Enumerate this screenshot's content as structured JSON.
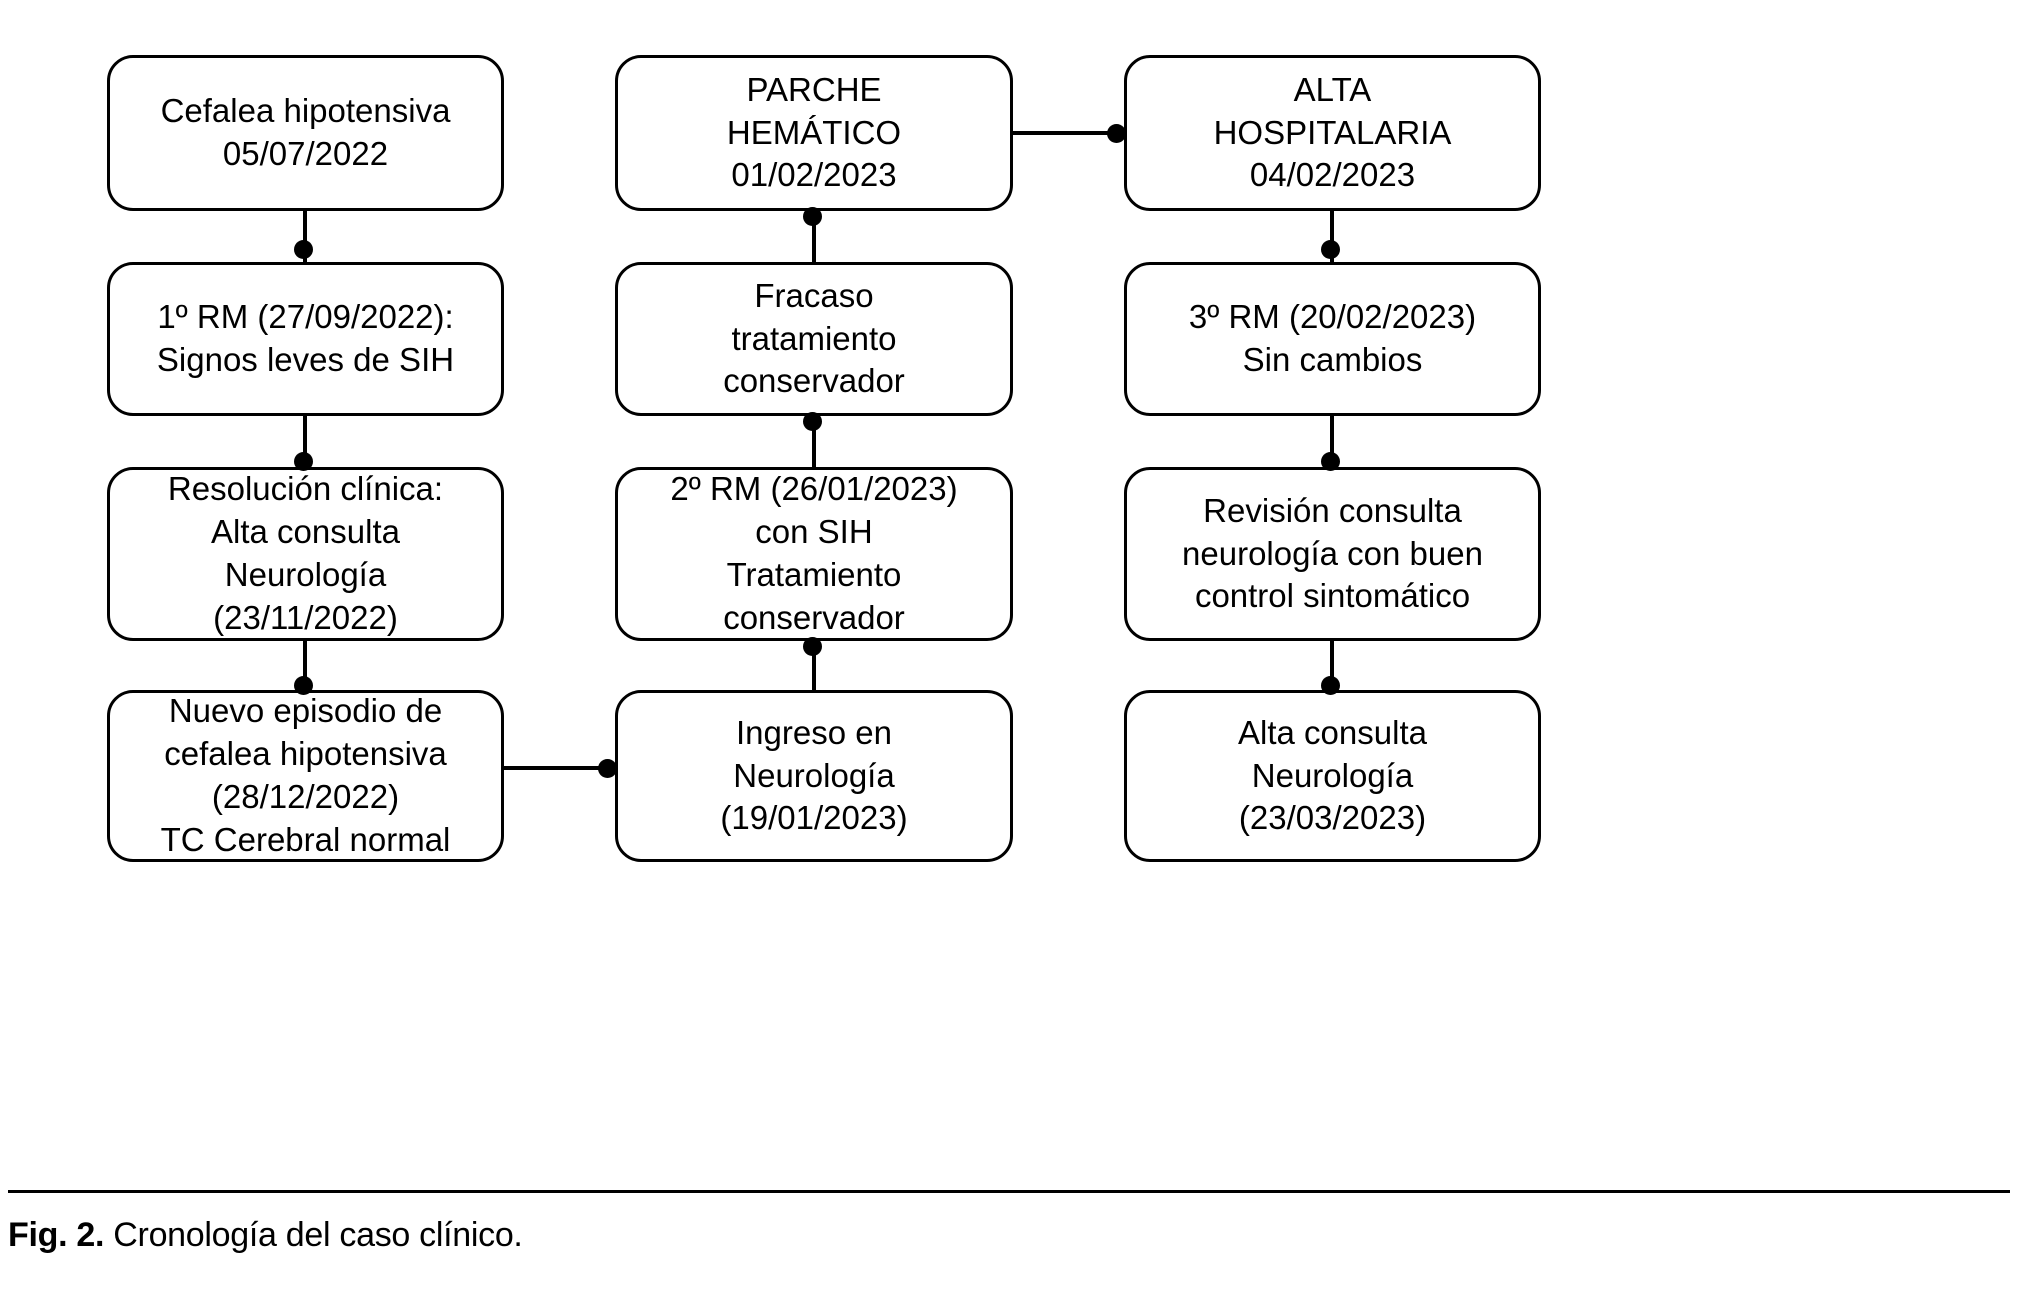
{
  "figure": {
    "caption_label": "Fig. 2.",
    "caption_text": "Cronología del caso clínico.",
    "stroke_color": "#000000",
    "background_color": "#ffffff"
  },
  "diagram": {
    "type": "flowchart-timeline",
    "columns": 3,
    "rows": 4,
    "columns_data": [
      {
        "id": "column-1",
        "flow_direction": "down",
        "nodes": [
          {
            "id": "node-cefalea-hipotensiva",
            "lines": [
              "Cefalea hipotensiva",
              "05/07/2022"
            ],
            "spacer_after_index": -1
          },
          {
            "id": "node-1-rm",
            "lines": [
              "1º RM (27/09/2022):",
              "Signos leves de SIH"
            ],
            "spacer_after_index": -1
          },
          {
            "id": "node-resolucion-clinica",
            "lines": [
              "Resolución clínica:",
              "Alta consulta",
              "Neurología",
              "(23/11/2022)"
            ],
            "spacer_after_index": 0
          },
          {
            "id": "node-nuevo-episodio",
            "lines": [
              "Nuevo episodio de",
              "cefalea hipotensiva",
              "(28/12/2022)",
              "TC Cerebral normal"
            ],
            "spacer_after_index": 2
          }
        ]
      },
      {
        "id": "column-2",
        "flow_direction": "up",
        "nodes": [
          {
            "id": "node-parche-hematico",
            "lines": [
              "PARCHE",
              "HEMÁTICO",
              "01/02/2023"
            ],
            "spacer_after_index": -1
          },
          {
            "id": "node-fracaso-tratamiento",
            "lines": [
              "Fracaso",
              "tratamiento",
              "conservador"
            ],
            "spacer_after_index": -1
          },
          {
            "id": "node-2-rm",
            "lines": [
              "2º RM (26/01/2023)",
              "con SIH",
              "Tratamiento",
              "conservador"
            ],
            "spacer_after_index": 1
          },
          {
            "id": "node-ingreso-neurologia",
            "lines": [
              "Ingreso en",
              "Neurología",
              "(19/01/2023)"
            ],
            "spacer_after_index": -1
          }
        ]
      },
      {
        "id": "column-3",
        "flow_direction": "down",
        "nodes": [
          {
            "id": "node-alta-hospitalaria",
            "lines": [
              "ALTA",
              "HOSPITALARIA",
              "04/02/2023"
            ],
            "spacer_after_index": -1
          },
          {
            "id": "node-3-rm",
            "lines": [
              "3º RM (20/02/2023)",
              "Sin cambios"
            ],
            "spacer_after_index": -1
          },
          {
            "id": "node-revision-consulta",
            "lines": [
              "Revisión consulta",
              "neurología con buen",
              "control sintomático"
            ],
            "spacer_after_index": -1
          },
          {
            "id": "node-alta-consulta",
            "lines": [
              "Alta consulta",
              "Neurología",
              "(23/03/2023)"
            ],
            "spacer_after_index": -1
          }
        ]
      }
    ],
    "connectors": [
      {
        "id": "conn-c1-r1-r2",
        "orientation": "vertical",
        "dot_at": "bottom"
      },
      {
        "id": "conn-c1-r2-r3",
        "orientation": "vertical",
        "dot_at": "bottom"
      },
      {
        "id": "conn-c1-r3-r4",
        "orientation": "vertical",
        "dot_at": "bottom"
      },
      {
        "id": "conn-c1r4-c2r4",
        "orientation": "horizontal",
        "dot_at": "right"
      },
      {
        "id": "conn-c2-r4-r3",
        "orientation": "vertical",
        "dot_at": "top"
      },
      {
        "id": "conn-c2-r3-r2",
        "orientation": "vertical",
        "dot_at": "top"
      },
      {
        "id": "conn-c2-r2-r1",
        "orientation": "vertical",
        "dot_at": "top"
      },
      {
        "id": "conn-c2r1-c3r1",
        "orientation": "horizontal",
        "dot_at": "right"
      },
      {
        "id": "conn-c3-r1-r2",
        "orientation": "vertical",
        "dot_at": "bottom"
      },
      {
        "id": "conn-c3-r2-r3",
        "orientation": "vertical",
        "dot_at": "bottom"
      },
      {
        "id": "conn-c3-r3-r4",
        "orientation": "vertical",
        "dot_at": "bottom"
      }
    ]
  }
}
